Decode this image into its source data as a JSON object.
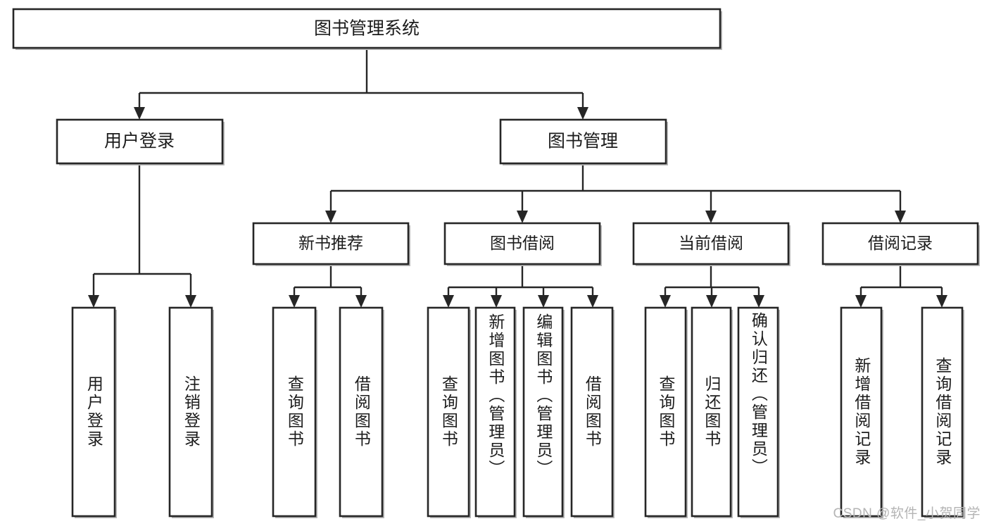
{
  "diagram": {
    "type": "tree",
    "title": "图书管理系统",
    "watermark": "CSDN @软件_小贺同学",
    "root": {
      "id": "root",
      "label": "图书管理系统"
    },
    "level2": [
      {
        "id": "user-login",
        "label": "用户登录"
      },
      {
        "id": "book-manage",
        "label": "图书管理"
      }
    ],
    "level3": [
      {
        "id": "new-book-recommend",
        "label": "新书推荐",
        "parent": "book-manage"
      },
      {
        "id": "book-borrow",
        "label": "图书借阅",
        "parent": "book-manage"
      },
      {
        "id": "current-borrow",
        "label": "当前借阅",
        "parent": "book-manage"
      },
      {
        "id": "borrow-record",
        "label": "借阅记录",
        "parent": "book-manage"
      }
    ],
    "leaves": [
      {
        "id": "leaf-user-login",
        "label": "用户登录",
        "parent": "user-login"
      },
      {
        "id": "leaf-user-logout",
        "label": "注销登录",
        "parent": "user-login"
      },
      {
        "id": "leaf-query-book-1",
        "label": "查询图书",
        "parent": "new-book-recommend"
      },
      {
        "id": "leaf-borrow-book-1",
        "label": "借阅图书",
        "parent": "new-book-recommend"
      },
      {
        "id": "leaf-query-book-2",
        "label": "查询图书",
        "parent": "book-borrow"
      },
      {
        "id": "leaf-add-book",
        "label": "新增图书（管理员）",
        "parent": "book-borrow"
      },
      {
        "id": "leaf-edit-book",
        "label": "编辑图书（管理员）",
        "parent": "book-borrow"
      },
      {
        "id": "leaf-borrow-book-2",
        "label": "借阅图书",
        "parent": "book-borrow"
      },
      {
        "id": "leaf-query-book-3",
        "label": "查询图书",
        "parent": "current-borrow"
      },
      {
        "id": "leaf-return-book",
        "label": "归还图书",
        "parent": "current-borrow"
      },
      {
        "id": "leaf-confirm-return",
        "label": "确认归还（管理员）",
        "parent": "current-borrow"
      },
      {
        "id": "leaf-add-record",
        "label": "新增借阅记录",
        "parent": "borrow-record"
      },
      {
        "id": "leaf-query-record",
        "label": "查询借阅记录",
        "parent": "borrow-record"
      }
    ],
    "colors": {
      "stroke": "#262626",
      "fill": "#ffffff",
      "text": "#1c1c1c",
      "watermark": "#b4b4b4",
      "shadow": "#b9b9b9"
    }
  }
}
